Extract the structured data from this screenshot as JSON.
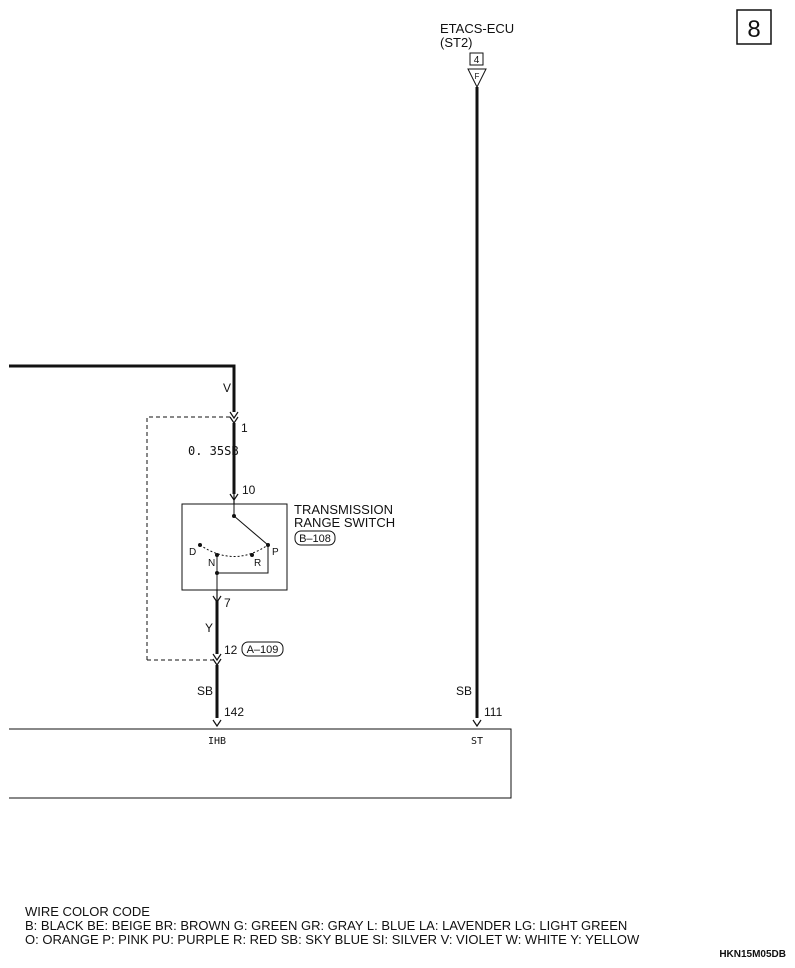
{
  "page_number": "8",
  "ecu": {
    "name": "ETACS-ECU",
    "connector": "(ST2)",
    "terminal": "4",
    "terminal_letter": "F"
  },
  "upper_wire": {
    "color": "V",
    "connector_pin": "1",
    "spec": "0. 35SB"
  },
  "switch": {
    "pin_in": "10",
    "name_line1": "TRANSMISSION",
    "name_line2": "RANGE SWITCH",
    "connector_ref": "B–108",
    "positions": [
      "D",
      "N",
      "R",
      "P"
    ],
    "pin_out": "7"
  },
  "lower_wire": {
    "color": "Y",
    "connector_pin": "12",
    "connector_ref": "A–109",
    "color2": "SB",
    "terminal": "142",
    "terminal_name": "IHB"
  },
  "right_wire": {
    "color": "SB",
    "terminal": "111",
    "terminal_name": "ST"
  },
  "legend": {
    "title": "WIRE COLOR CODE",
    "line1": "B: BLACK   BE: BEIGE   BR: BROWN   G: GREEN   GR: GRAY   L: BLUE   LA: LAVENDER   LG: LIGHT GREEN",
    "line2": "O: ORANGE   P: PINK   PU: PURPLE   R: RED   SB: SKY BLUE   SI: SILVER   V: VIOLET   W: WHITE   Y: YELLOW"
  },
  "figure_code": "HKN15M05DB"
}
